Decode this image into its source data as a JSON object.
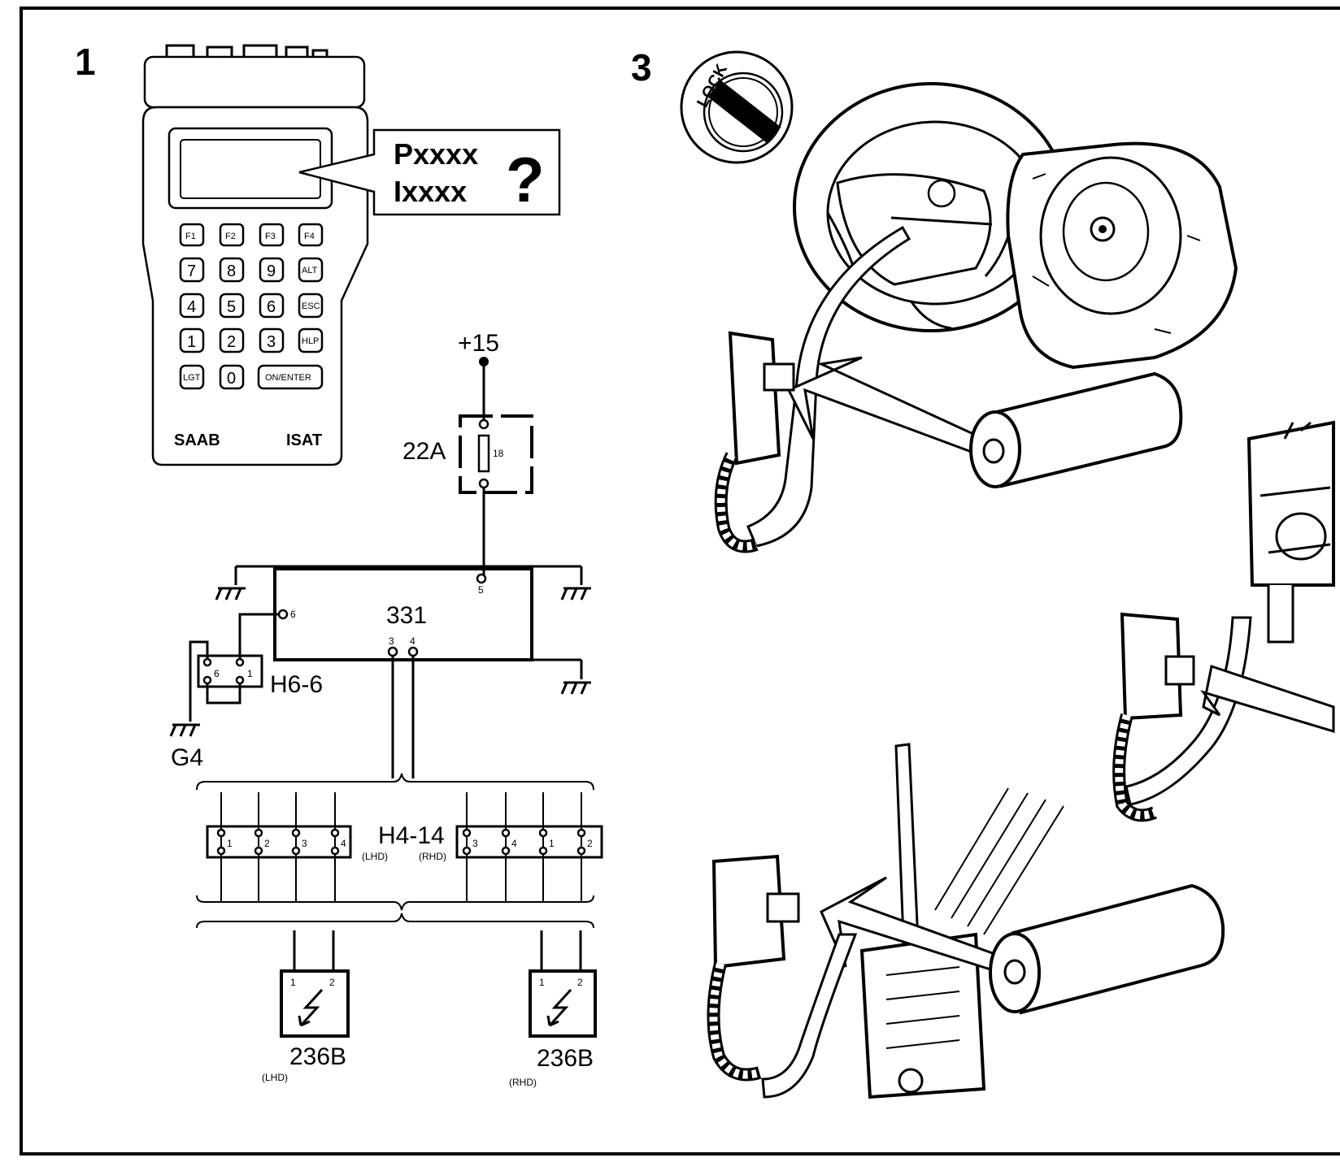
{
  "panels": {
    "left_number": "1",
    "right_number": "3"
  },
  "tester": {
    "display_line1": "Pxxxx",
    "display_line2": "Ixxxx",
    "question_mark": "?",
    "brand_left": "SAAB",
    "brand_right": "ISAT",
    "keys": {
      "f1": "F1",
      "f2": "F2",
      "f3": "F3",
      "f4": "F4",
      "k7": "7",
      "k8": "8",
      "k9": "9",
      "alt": "ALT",
      "k4": "4",
      "k5": "5",
      "k6": "6",
      "esc": "ESC",
      "k1": "1",
      "k2": "2",
      "k3": "3",
      "hlp": "HLP",
      "lgt": "LGT",
      "k0": "0",
      "enter": "ON/ENTER"
    }
  },
  "schematic": {
    "supply": "+15",
    "fuse_box": "22A",
    "fuse_number": "18",
    "module": "331",
    "module_pin_5": "5",
    "module_pin_6": "6",
    "module_pin_3": "3",
    "module_pin_4": "4",
    "connector_h6": "H6-6",
    "h6_pin_6": "6",
    "h6_pin_1": "1",
    "ground": "G4",
    "connector_h4": "H4-14",
    "lhd_tag": "(LHD)",
    "rhd_tag": "(RHD)",
    "h4_lhd_pins": [
      "1",
      "2",
      "3",
      "4"
    ],
    "h4_rhd_pins": [
      "3",
      "4",
      "1",
      "2"
    ],
    "airbag_lhd": "236B",
    "airbag_rhd": "236B",
    "airbag_pin_1": "1",
    "airbag_pin_2": "2"
  },
  "illustration": {
    "lock_label": "LOCK"
  }
}
